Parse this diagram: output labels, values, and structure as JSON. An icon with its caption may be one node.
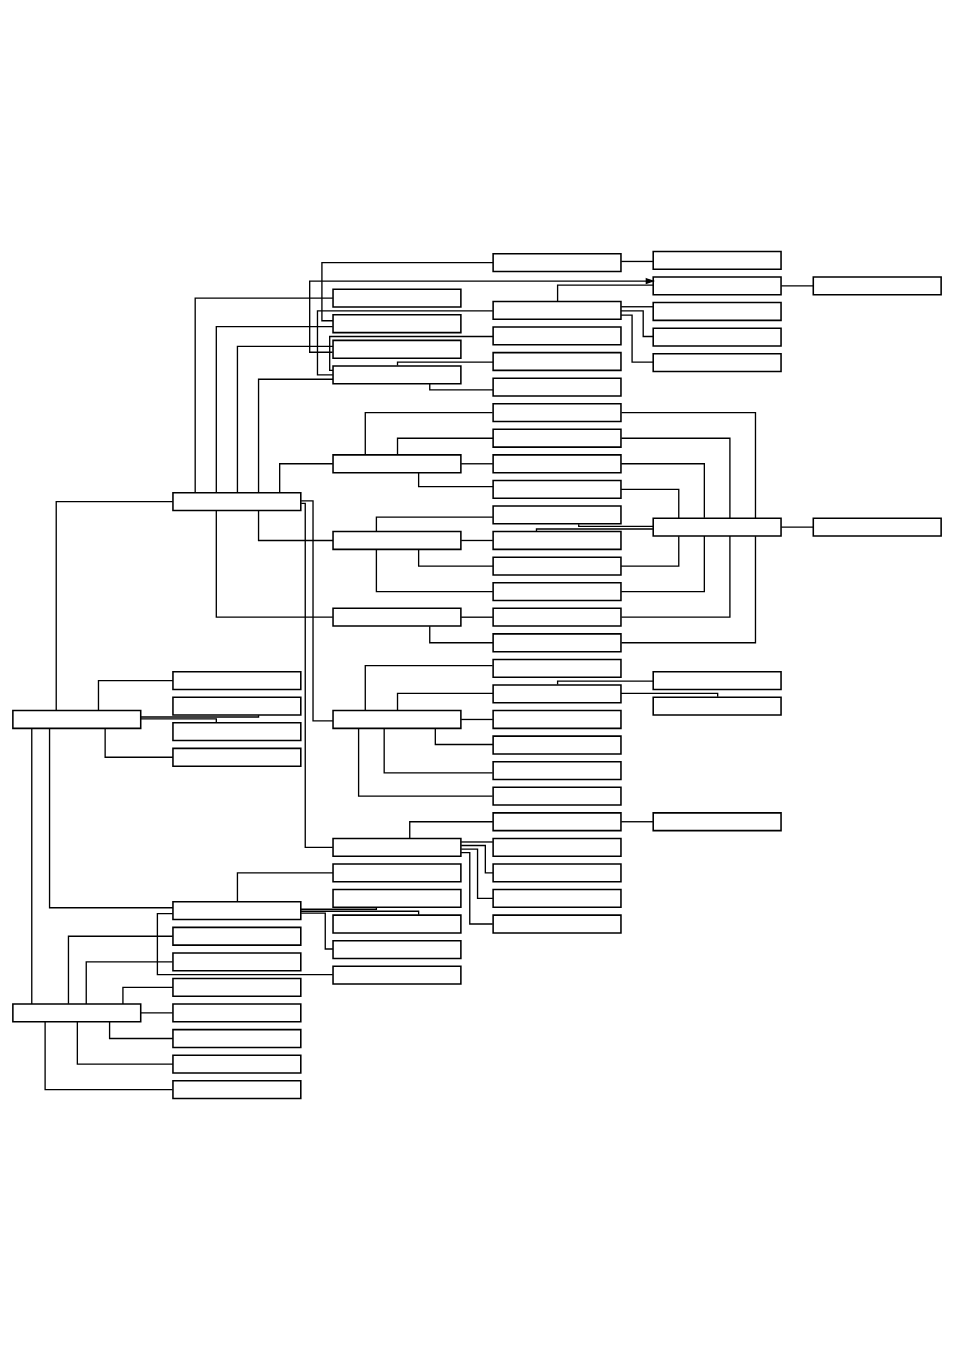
{
  "diagram": {
    "nodes": [
      {
        "text": [],
        "shape": "box"
      },
      {
        "text": [],
        "shape": "box"
      },
      {
        "text": [],
        "shape": "box"
      },
      {
        "text": [],
        "shape": "box"
      },
      {
        "text": [],
        "shape": "box"
      },
      {
        "text": [],
        "shape": "box"
      },
      {
        "text": [],
        "shape": "box"
      },
      {
        "text": [],
        "shape": "box"
      },
      {
        "text": [],
        "shape": "box"
      },
      {
        "text": [],
        "shape": "box"
      },
      {
        "text": [],
        "shape": "box"
      },
      {
        "text": [],
        "shape": "box"
      },
      {
        "text": [],
        "shape": "box"
      },
      {
        "text": [],
        "shape": "box"
      },
      {
        "text": [],
        "shape": "box"
      },
      {
        "text": [],
        "shape": "box"
      },
      {
        "text": [],
        "shape": "box"
      },
      {
        "text": [],
        "shape": "box"
      },
      {
        "text": [],
        "shape": "box"
      },
      {
        "text": [],
        "shape": "box"
      },
      {
        "text": [],
        "shape": "box"
      },
      {
        "text": [],
        "shape": "box"
      },
      {
        "text": [],
        "shape": "box"
      },
      {
        "text": [],
        "shape": "box"
      },
      {
        "text": [],
        "shape": "box"
      },
      {
        "text": [],
        "shape": "box"
      },
      {
        "text": [],
        "shape": "box"
      },
      {
        "text": [],
        "shape": "box"
      },
      {
        "text": [],
        "shape": "box"
      },
      {
        "text": [],
        "shape": "box"
      },
      {
        "text": [],
        "shape": "box"
      },
      {
        "text": [],
        "shape": "box"
      },
      {
        "text": [],
        "shape": "box"
      },
      {
        "text": [],
        "shape": "box"
      },
      {
        "text": [],
        "shape": "box"
      },
      {
        "text": [],
        "shape": "box"
      },
      {
        "text": [],
        "shape": "box"
      },
      {
        "text": [],
        "shape": "box"
      },
      {
        "text": [],
        "shape": "box"
      },
      {
        "text": [],
        "shape": "box"
      },
      {
        "text": [],
        "shape": "box"
      },
      {
        "text": [],
        "shape": "box"
      },
      {
        "text": [],
        "shape": "box"
      },
      {
        "text": [],
        "shape": "box"
      },
      {
        "text": [],
        "shape": "box"
      },
      {
        "text": [],
        "shape": "box"
      },
      {
        "text": [],
        "shape": "box"
      },
      {
        "text": [],
        "shape": "box"
      },
      {
        "text": [],
        "shape": "box"
      },
      {
        "text": [],
        "shape": "box"
      },
      {
        "text": [],
        "shape": "box"
      },
      {
        "text": [],
        "shape": "box"
      },
      {
        "text": [],
        "shape": "box"
      },
      {
        "text": [],
        "shape": "box"
      },
      {
        "text": [],
        "shape": "box"
      },
      {
        "text": [],
        "shape": "box"
      },
      {
        "text": [],
        "shape": "box"
      },
      {
        "text": [],
        "shape": "box"
      },
      {
        "text": [],
        "shape": "box"
      },
      {
        "text": [],
        "shape": "box"
      },
      {
        "text": [],
        "shape": "box"
      },
      {
        "text": [],
        "shape": "box"
      },
      {
        "text": [],
        "shape": "box"
      },
      {
        "text": [],
        "shape": "box"
      },
      {
        "text": [],
        "shape": "box"
      },
      {
        "text": [],
        "shape": "box"
      }
    ],
    "edges": [
      {
        "from": 0,
        "to": 58,
        "arrow": "none"
      },
      {
        "from": 0,
        "to": 1,
        "arrow": "none"
      },
      {
        "from": 0,
        "to": 2,
        "arrow": "none"
      },
      {
        "from": 0,
        "to": 3,
        "arrow": "none"
      },
      {
        "from": 0,
        "to": 4,
        "arrow": "none"
      },
      {
        "from": 0,
        "to": 51,
        "arrow": "none"
      },
      {
        "from": 0,
        "to": 52,
        "arrow": "none"
      },
      {
        "from": 1,
        "to": 5,
        "arrow": "none"
      },
      {
        "from": 1,
        "to": 6,
        "arrow": "none"
      },
      {
        "from": 1,
        "to": 7,
        "arrow": "none"
      },
      {
        "from": 1,
        "to": 8,
        "arrow": "none"
      },
      {
        "from": 1,
        "to": 20,
        "arrow": "none"
      },
      {
        "from": 1,
        "to": 25,
        "arrow": "none"
      },
      {
        "from": 1,
        "to": 30,
        "arrow": "none"
      },
      {
        "from": 1,
        "to": 35,
        "arrow": "none"
      },
      {
        "from": 1,
        "to": 44,
        "arrow": "none"
      },
      {
        "from": 6,
        "to": 9,
        "arrow": "none"
      },
      {
        "from": 9,
        "to": 10,
        "arrow": "none"
      },
      {
        "from": 7,
        "to": 15,
        "arrow": "to"
      },
      {
        "from": 8,
        "to": 11,
        "arrow": "none"
      },
      {
        "from": 8,
        "to": 12,
        "arrow": "none"
      },
      {
        "from": 8,
        "to": 13,
        "arrow": "none"
      },
      {
        "from": 8,
        "to": 14,
        "arrow": "none"
      },
      {
        "from": 11,
        "to": 15,
        "arrow": "none"
      },
      {
        "from": 11,
        "to": 16,
        "arrow": "none"
      },
      {
        "from": 11,
        "to": 17,
        "arrow": "none"
      },
      {
        "from": 11,
        "to": 18,
        "arrow": "none"
      },
      {
        "from": 15,
        "to": 19,
        "arrow": "none"
      },
      {
        "from": 20,
        "to": 21,
        "arrow": "none"
      },
      {
        "from": 20,
        "to": 22,
        "arrow": "none"
      },
      {
        "from": 20,
        "to": 23,
        "arrow": "none"
      },
      {
        "from": 20,
        "to": 24,
        "arrow": "none"
      },
      {
        "from": 25,
        "to": 26,
        "arrow": "none"
      },
      {
        "from": 25,
        "to": 27,
        "arrow": "none"
      },
      {
        "from": 25,
        "to": 28,
        "arrow": "none"
      },
      {
        "from": 25,
        "to": 29,
        "arrow": "none"
      },
      {
        "from": 30,
        "to": 31,
        "arrow": "none"
      },
      {
        "from": 30,
        "to": 32,
        "arrow": "none"
      },
      {
        "from": 21,
        "to": 33,
        "arrow": "none"
      },
      {
        "from": 22,
        "to": 33,
        "arrow": "none"
      },
      {
        "from": 23,
        "to": 33,
        "arrow": "none"
      },
      {
        "from": 24,
        "to": 33,
        "arrow": "none"
      },
      {
        "from": 26,
        "to": 33,
        "arrow": "none"
      },
      {
        "from": 27,
        "to": 33,
        "arrow": "none"
      },
      {
        "from": 28,
        "to": 33,
        "arrow": "none"
      },
      {
        "from": 29,
        "to": 33,
        "arrow": "none"
      },
      {
        "from": 31,
        "to": 33,
        "arrow": "none"
      },
      {
        "from": 32,
        "to": 33,
        "arrow": "none"
      },
      {
        "from": 33,
        "to": 34,
        "arrow": "none"
      },
      {
        "from": 35,
        "to": 36,
        "arrow": "none"
      },
      {
        "from": 35,
        "to": 37,
        "arrow": "none"
      },
      {
        "from": 35,
        "to": 38,
        "arrow": "none"
      },
      {
        "from": 35,
        "to": 39,
        "arrow": "none"
      },
      {
        "from": 35,
        "to": 40,
        "arrow": "none"
      },
      {
        "from": 35,
        "to": 41,
        "arrow": "none"
      },
      {
        "from": 37,
        "to": 42,
        "arrow": "none"
      },
      {
        "from": 37,
        "to": 43,
        "arrow": "none"
      },
      {
        "from": 44,
        "to": 45,
        "arrow": "none"
      },
      {
        "from": 44,
        "to": 46,
        "arrow": "none"
      },
      {
        "from": 44,
        "to": 47,
        "arrow": "none"
      },
      {
        "from": 44,
        "to": 48,
        "arrow": "none"
      },
      {
        "from": 44,
        "to": 49,
        "arrow": "none"
      },
      {
        "from": 45,
        "to": 50,
        "arrow": "none"
      },
      {
        "from": 52,
        "to": 53,
        "arrow": "none"
      },
      {
        "from": 52,
        "to": 54,
        "arrow": "none"
      },
      {
        "from": 52,
        "to": 55,
        "arrow": "none"
      },
      {
        "from": 52,
        "to": 56,
        "arrow": "none"
      },
      {
        "from": 52,
        "to": 57,
        "arrow": "none"
      },
      {
        "from": 58,
        "to": 59,
        "arrow": "none"
      },
      {
        "from": 58,
        "to": 60,
        "arrow": "none"
      },
      {
        "from": 58,
        "to": 61,
        "arrow": "none"
      },
      {
        "from": 58,
        "to": 62,
        "arrow": "none"
      },
      {
        "from": 58,
        "to": 63,
        "arrow": "none"
      },
      {
        "from": 58,
        "to": 64,
        "arrow": "none"
      },
      {
        "from": 58,
        "to": 65,
        "arrow": "none"
      }
    ]
  }
}
